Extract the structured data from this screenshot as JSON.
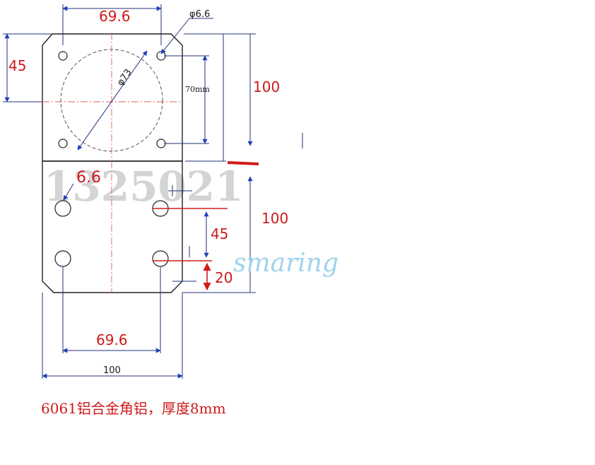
{
  "labels": {
    "top_width": "69.6",
    "hole_dia_top": "φ6.6",
    "circle_dia": "φ73",
    "left_height": "45",
    "inner_70": "70mm",
    "upper_height": "100",
    "hole_dia_bottom": "6.6",
    "lower_height": "100",
    "hole_spacing": "45",
    "edge_offset": "20",
    "bottom_width": "69.6",
    "overall_width": "100"
  },
  "watermarks": {
    "code": "1325021",
    "brand": "smaring"
  },
  "caption": "6061铝合金角铝，厚度8mm"
}
